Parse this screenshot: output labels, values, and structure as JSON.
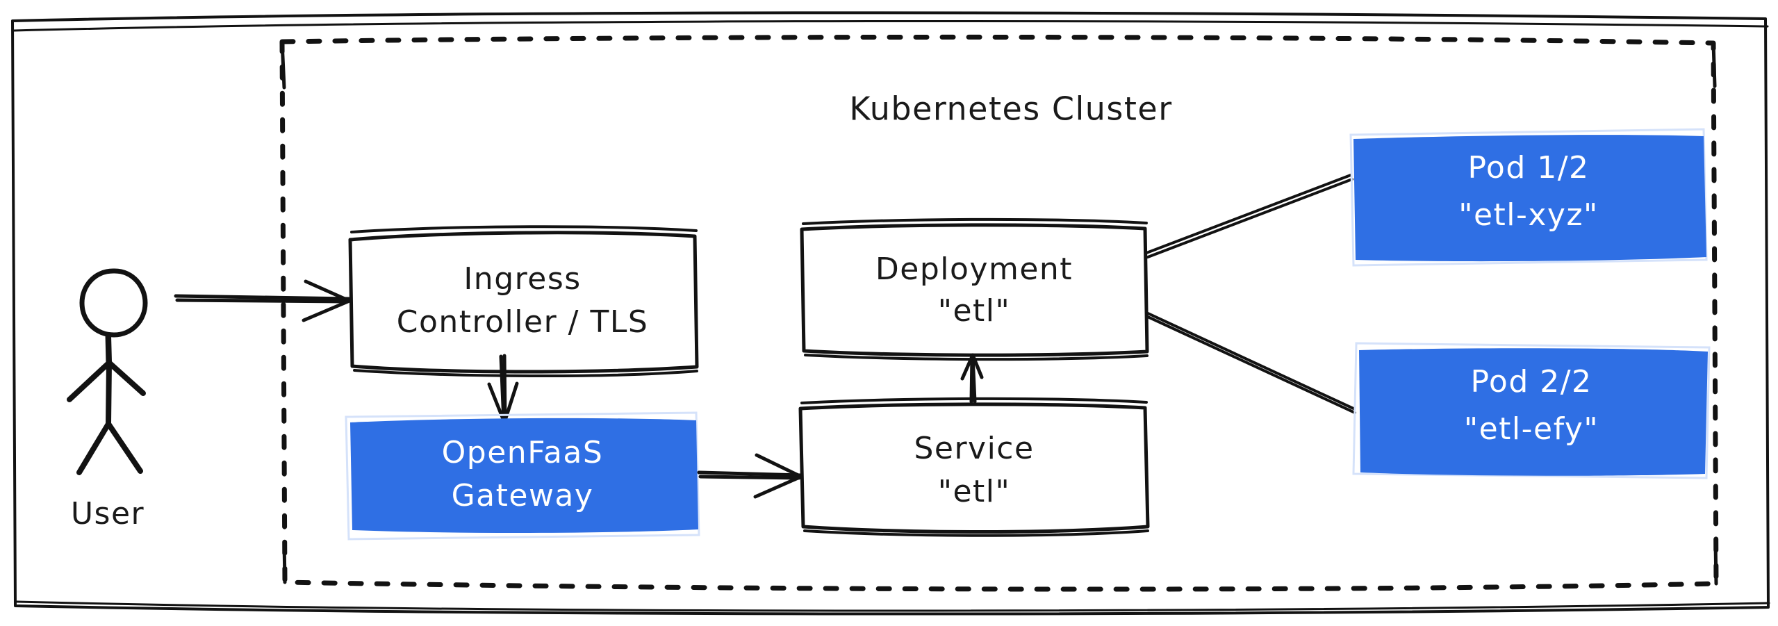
{
  "diagram": {
    "title_visible": false,
    "colors": {
      "ink": "#121212",
      "accent_blue": "#2f6fe4",
      "blue_ghost": "#d5e2fa",
      "background": "#ffffff",
      "text_on_blue": "#ffffff"
    },
    "outer_frame": {
      "label": "",
      "style": "solid-handdrawn"
    },
    "cluster": {
      "label": "Kubernetes Cluster",
      "boundary_style": "dashed"
    },
    "actor": {
      "label": "User",
      "icon": "stick-figure-icon"
    },
    "nodes": [
      {
        "id": "ingress",
        "lines": [
          "Ingress",
          "Controller / TLS"
        ],
        "line1": "Ingress",
        "line2": "Controller / TLS",
        "style": "outline"
      },
      {
        "id": "gateway",
        "lines": [
          "OpenFaaS",
          "Gateway"
        ],
        "line1": "OpenFaaS",
        "line2": "Gateway",
        "style": "filled-blue"
      },
      {
        "id": "deployment",
        "lines": [
          "Deployment",
          "\"etl\""
        ],
        "line1": "Deployment",
        "line2": "\"etl\"",
        "style": "outline"
      },
      {
        "id": "service",
        "lines": [
          "Service",
          "\"etl\""
        ],
        "line1": "Service",
        "line2": "\"etl\"",
        "style": "outline"
      },
      {
        "id": "pod1",
        "lines": [
          "Pod 1/2",
          "\"etl-xyz\""
        ],
        "line1": "Pod 1/2",
        "line2": "\"etl-xyz\"",
        "style": "filled-blue"
      },
      {
        "id": "pod2",
        "lines": [
          "Pod 2/2",
          "\"etl-efy\""
        ],
        "line1": "Pod 2/2",
        "line2": "\"etl-efy\"",
        "style": "filled-blue"
      }
    ],
    "edges": [
      {
        "from": "user",
        "to": "ingress",
        "arrow": true,
        "direction": "right"
      },
      {
        "from": "ingress",
        "to": "gateway",
        "arrow": true,
        "direction": "down"
      },
      {
        "from": "gateway",
        "to": "service",
        "arrow": true,
        "direction": "right"
      },
      {
        "from": "service",
        "to": "deployment",
        "arrow": true,
        "direction": "up"
      },
      {
        "from": "deployment",
        "to": "pod1",
        "arrow": false,
        "direction": "up-right"
      },
      {
        "from": "deployment",
        "to": "pod2",
        "arrow": false,
        "direction": "down-right"
      }
    ]
  }
}
